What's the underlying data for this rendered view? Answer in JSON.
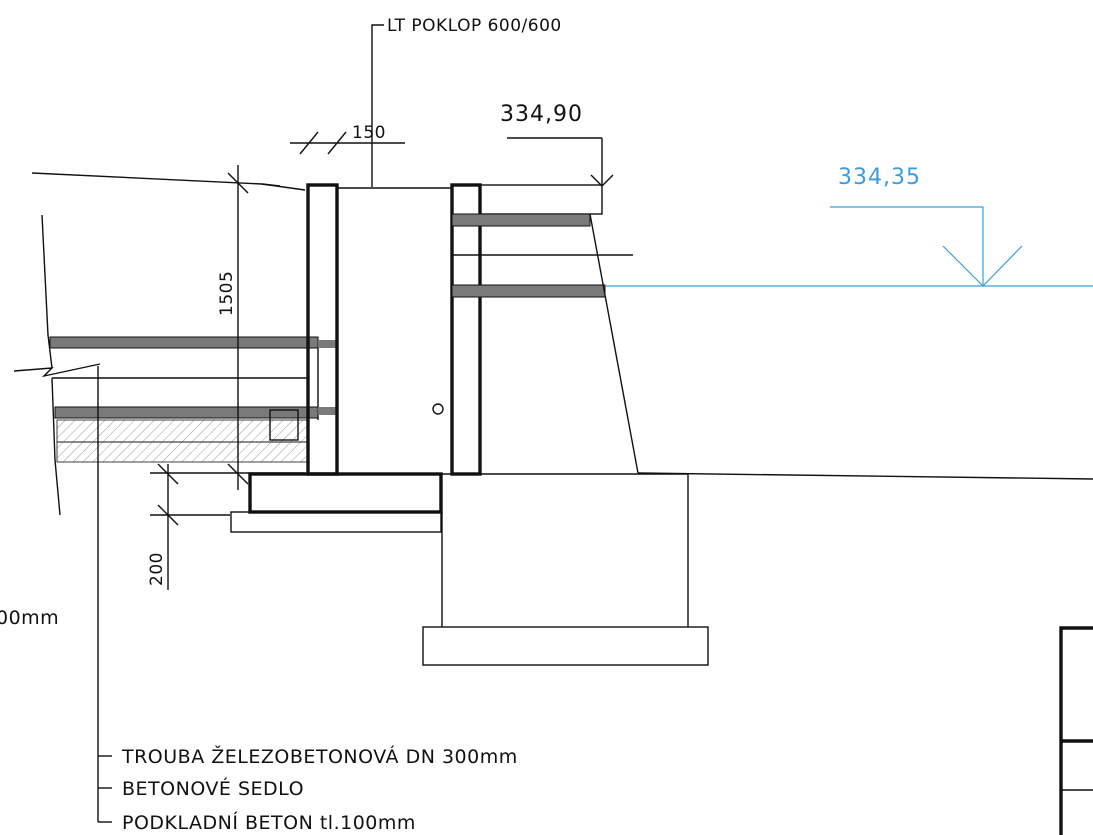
{
  "labels": {
    "cover": "LT POKLOP 600/600",
    "dim_150": "150",
    "dim_1505": "1505",
    "dim_200": "200",
    "elev_top": "334,90",
    "elev_water": "334,35",
    "note_cut": "00mm",
    "note_pipe": "TROUBA ŽELEZOBETONOVÁ DN 300mm",
    "note_saddle": "BETONOVÉ SEDLO",
    "note_base": "PODKLADNÍ BETON tl.100mm"
  },
  "colors": {
    "line": "#111111",
    "water": "#3a9de0",
    "band": "#7a7a7a",
    "hatch": "#9a9a9a"
  }
}
